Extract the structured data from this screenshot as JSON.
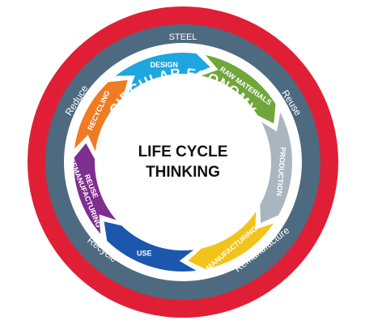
{
  "title": "CIRCULAR ECONOMY",
  "outer_ring_label": "STEEL",
  "outer_words": [
    "Reduce",
    "Reuse",
    "Remanufacture",
    "Recycle"
  ],
  "center": {
    "line1": "LIFE CYCLE",
    "line2": "THINKING"
  },
  "segments": [
    {
      "label": "DESIGN",
      "color": "#1ea6df"
    },
    {
      "label": "RAW MATERIALS",
      "color": "#71a63b"
    },
    {
      "label": "PRODUCTION",
      "color": "#a9b6c0"
    },
    {
      "label": "MANUFACTURING",
      "color": "#f2c318"
    },
    {
      "label": "USE",
      "color": "#1b58ad"
    },
    {
      "label": "REUSE & REMANUFACTURING",
      "color": "#7e2e8f"
    },
    {
      "label": "RECYCLING",
      "color": "#ef7b22"
    }
  ],
  "colors": {
    "outer_ring": "#e01f36",
    "steel_ring": "#4d6a80",
    "inner_background": "#ffffff"
  }
}
